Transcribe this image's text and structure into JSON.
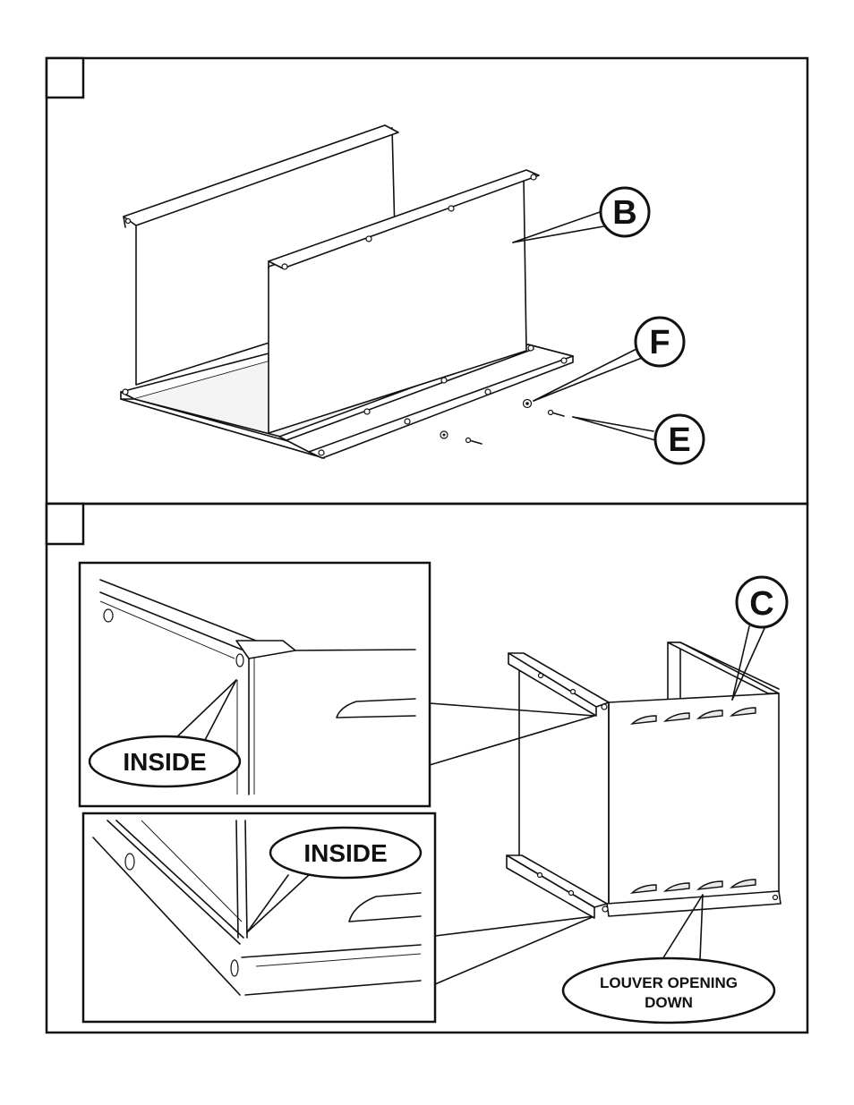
{
  "step1": {
    "step_number": "",
    "labels": {
      "panel": "B",
      "nut": "F",
      "screw": "E"
    }
  },
  "step2": {
    "step_number": "",
    "labels": {
      "panel": "C",
      "inside_top": "INSIDE",
      "inside_bottom": "INSIDE",
      "louver_line1": "LOUVER OPENING",
      "louver_line2": "DOWN"
    }
  }
}
